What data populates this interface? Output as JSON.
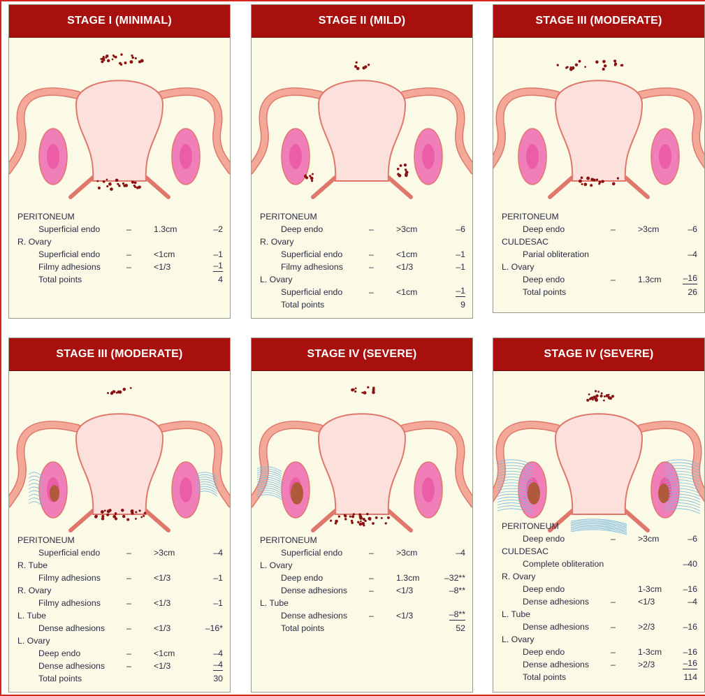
{
  "panels": [
    {
      "title": "STAGE I (MINIMAL)",
      "rows": [
        {
          "section": "PERITONEUM"
        },
        {
          "item": "Superficial endo",
          "dash": "–",
          "size": "1.3cm",
          "points": "–2"
        },
        {
          "section": "R. Ovary"
        },
        {
          "item": "Superficial endo",
          "dash": "–",
          "size": "<1cm",
          "points": "–1"
        },
        {
          "item": "Filmy adhesions",
          "dash": "–",
          "size": "<1/3",
          "points": "–1",
          "underline": true
        },
        {
          "item": "Total points",
          "points": "4"
        }
      ]
    },
    {
      "title": "STAGE II (MILD)",
      "rows": [
        {
          "section": "PERITONEUM"
        },
        {
          "item": "Deep endo",
          "dash": "–",
          "size": ">3cm",
          "points": "–6"
        },
        {
          "section": "R. Ovary"
        },
        {
          "item": "Superficial endo",
          "dash": "–",
          "size": "<1cm",
          "points": "–1"
        },
        {
          "item": "Filmy adhesions",
          "dash": "–",
          "size": "<1/3",
          "points": "–1"
        },
        {
          "section": "L. Ovary"
        },
        {
          "item": "Superficial endo",
          "dash": "–",
          "size": "<1cm",
          "points": "–1",
          "underline": true
        },
        {
          "item": "Total points",
          "points": "9"
        }
      ]
    },
    {
      "title": "STAGE III (MODERATE)",
      "rows": [
        {
          "section": "PERITONEUM"
        },
        {
          "item": "Deep endo",
          "dash": "–",
          "size": ">3cm",
          "points": "–6"
        },
        {
          "section": "CULDESAC"
        },
        {
          "item": "Parial obliteration",
          "points": "–4"
        },
        {
          "section": "L. Ovary"
        },
        {
          "item": "Deep endo",
          "dash": "–",
          "size": "1.3cm",
          "points": "–16",
          "underline": true
        },
        {
          "item": "Total points",
          "points": "26"
        }
      ]
    },
    {
      "title": "STAGE III (MODERATE)",
      "rows": [
        {
          "section": "PERITONEUM"
        },
        {
          "item": "Superficial endo",
          "dash": "–",
          "size": ">3cm",
          "points": "–4"
        },
        {
          "section": "R. Tube"
        },
        {
          "item": "Filmy adhesions",
          "dash": "–",
          "size": "<1/3",
          "points": "–1"
        },
        {
          "section": "R. Ovary"
        },
        {
          "item": "Filmy adhesions",
          "dash": "–",
          "size": "<1/3",
          "points": "–1"
        },
        {
          "section": "L. Tube"
        },
        {
          "item": "Dense adhesions",
          "dash": "–",
          "size": "<1/3",
          "points": "–16*"
        },
        {
          "section": "L. Ovary"
        },
        {
          "item": "Deep endo",
          "dash": "–",
          "size": "<1cm",
          "points": "–4"
        },
        {
          "item": "Dense adhesions",
          "dash": "–",
          "size": "<1/3",
          "points": "–4",
          "underline": true
        },
        {
          "item": "Total points",
          "points": "30"
        }
      ]
    },
    {
      "title": "STAGE IV (SEVERE)",
      "rows": [
        {
          "section": "PERITONEUM"
        },
        {
          "item": "Superficial endo",
          "dash": "–",
          "size": ">3cm",
          "points": "–4"
        },
        {
          "section": "L. Ovary"
        },
        {
          "item": "Deep endo",
          "dash": "–",
          "size": "1.3cm",
          "points": "–32**"
        },
        {
          "item": "Dense adhesions",
          "dash": "–",
          "size": "<1/3",
          "points": "–8**"
        },
        {
          "section": "L. Tube"
        },
        {
          "item": "Dense adhesions",
          "dash": "–",
          "size": "<1/3",
          "points": "–8**",
          "underline": true
        },
        {
          "item": "Total points",
          "points": "52"
        }
      ]
    },
    {
      "title": "STAGE IV (SEVERE)",
      "rows": [
        {
          "section": "PERITONEUM"
        },
        {
          "item": "Deep endo",
          "dash": "–",
          "size": ">3cm",
          "points": "–6"
        },
        {
          "section": "CULDESAC"
        },
        {
          "item": "Complete obliteration",
          "points": "–40"
        },
        {
          "section": "R. Ovary"
        },
        {
          "item": "Deep endo",
          "dash": "",
          "size": "1-3cm",
          "points": "–16"
        },
        {
          "item": "Dense adhesions",
          "dash": "–",
          "size": "<1/3",
          "points": "–4"
        },
        {
          "section": "L. Tube"
        },
        {
          "item": "Dense adhesions",
          "dash": "–",
          "size": ">2/3",
          "points": "–16"
        },
        {
          "section": "L. Ovary"
        },
        {
          "item": "Deep endo",
          "dash": "–",
          "size": "1-3cm",
          "points": "–16"
        },
        {
          "item": "Dense adhesions",
          "dash": "–",
          "size": ">2/3",
          "points": "–16",
          "underline": true
        },
        {
          "item": "Total points",
          "points": "114"
        }
      ]
    }
  ],
  "colors": {
    "header": "#a8100e",
    "panel_bg": "#fbfae6",
    "uterus_fill": "#fbe0dc",
    "uterus_stroke": "#e0776c",
    "tube": "#f3a898",
    "ovary": "#e8489a",
    "implant": "#8a1212",
    "adhesion": "#7ab8e0",
    "text": "#2d2a44"
  }
}
